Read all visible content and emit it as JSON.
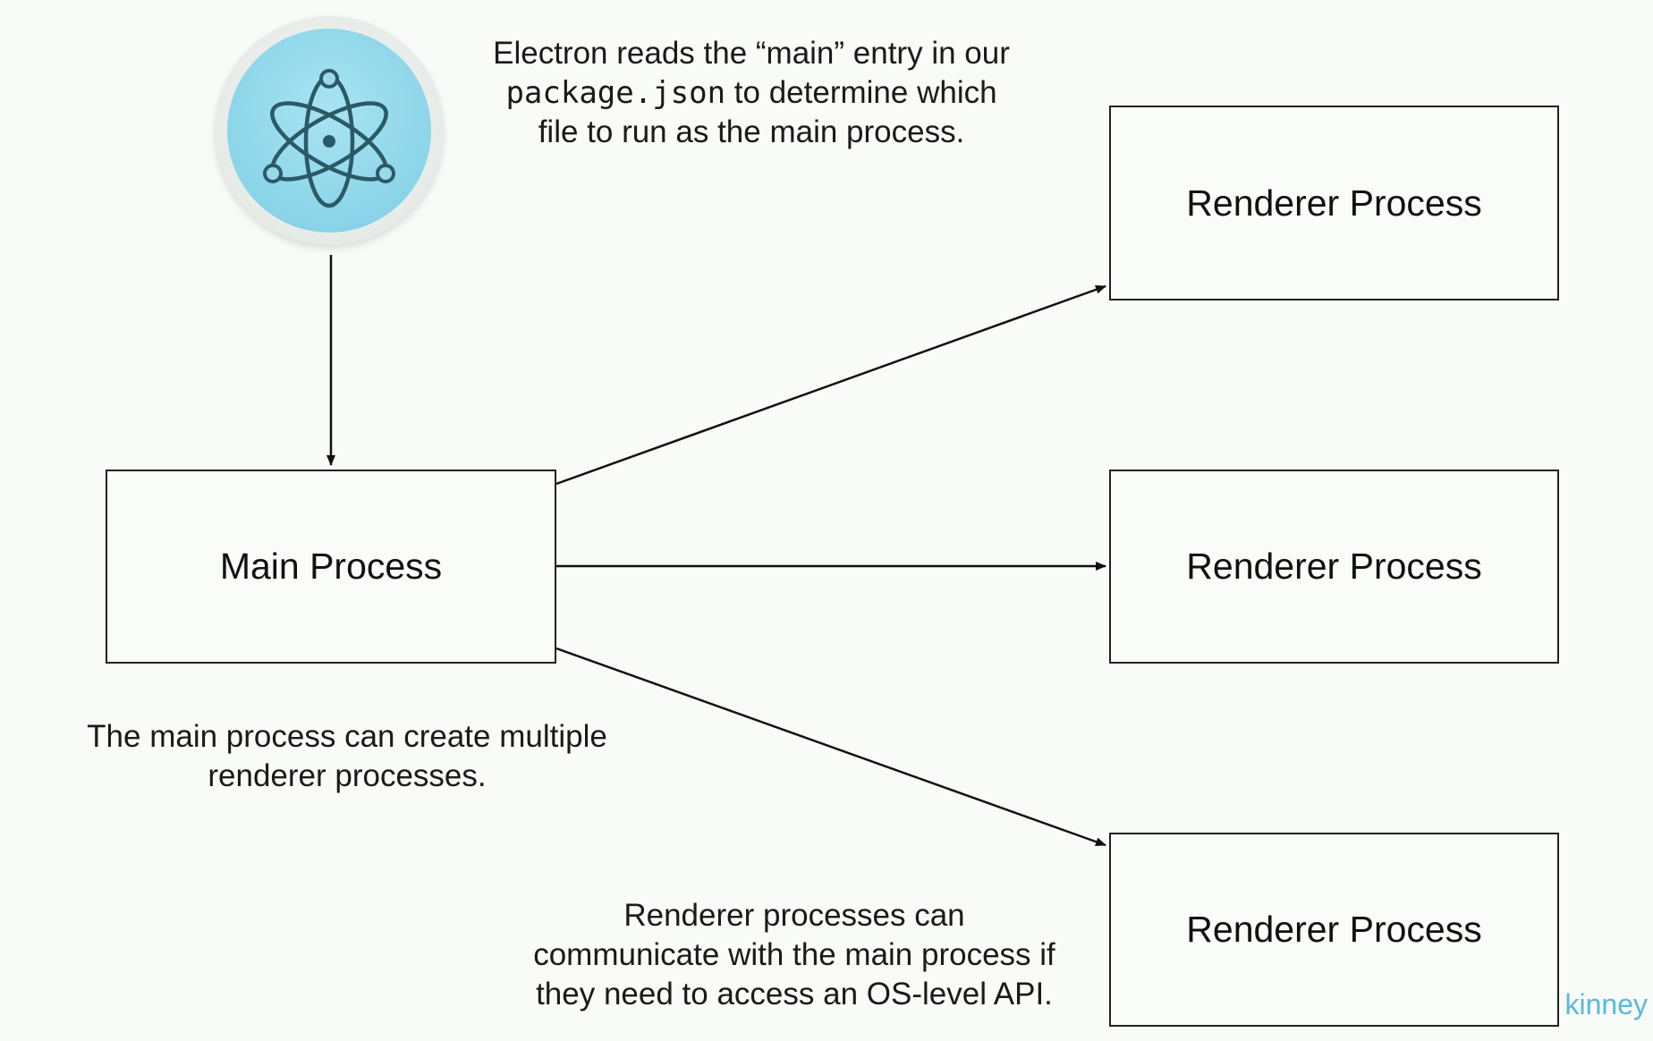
{
  "logo": {
    "icon": "electron-atom-icon",
    "accent": "#8fd6ea",
    "stroke": "#2a5a66"
  },
  "notes": {
    "top_prefix": "Electron reads the “main” entry in our",
    "top_code": "package.json",
    "top_mid": " to determine which",
    "top_suffix": "file to run as the main process.",
    "left_line1": "The main process can create multiple",
    "left_line2": "renderer processes.",
    "bottom_line1": "Renderer processes can",
    "bottom_line2": "communicate with the main process if",
    "bottom_line3": "they need to access an OS-level API."
  },
  "boxes": {
    "main": "Main Process",
    "renderer1": "Renderer Process",
    "renderer2": "Renderer Process",
    "renderer3": "Renderer Process"
  },
  "watermark": "kinney"
}
